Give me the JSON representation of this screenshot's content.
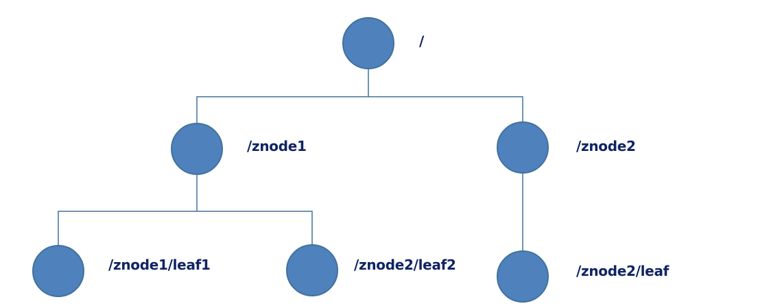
{
  "colors": {
    "node_fill": "#4F81BD",
    "node_stroke": "#41719C",
    "edge": "#41719C",
    "label_text": "#0F2462"
  },
  "nodes": [
    {
      "id": "root",
      "label": "/"
    },
    {
      "id": "znode1",
      "label": "/znode1"
    },
    {
      "id": "znode2",
      "label": "/znode2"
    },
    {
      "id": "znode1-leaf1",
      "label": "/znode1/leaf1"
    },
    {
      "id": "znode2-leaf2",
      "label": "/znode2/leaf2"
    },
    {
      "id": "znode2-leaf",
      "label": "/znode2/leaf"
    }
  ]
}
